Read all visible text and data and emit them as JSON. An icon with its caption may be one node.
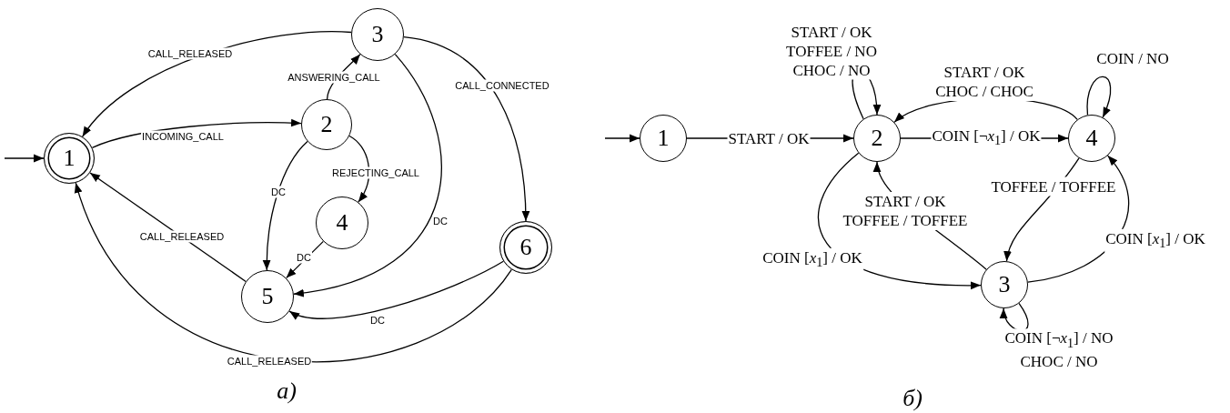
{
  "diagram": {
    "nodes": [
      {
        "text": [
          "1"
        ]
      },
      {
        "text": [
          "2"
        ]
      },
      {
        "text": [
          "3"
        ]
      },
      {
        "text": [
          "4"
        ]
      },
      {
        "text": [
          "5"
        ]
      },
      {
        "text": [
          "6"
        ]
      },
      {
        "text": [
          "1"
        ]
      },
      {
        "text": [
          "2"
        ]
      },
      {
        "text": [
          "4"
        ]
      },
      {
        "text": [
          "3"
        ]
      }
    ],
    "edges": [
      {
        "from": null,
        "to": 0,
        "arrow": "to"
      },
      {
        "from": 2,
        "to": 0,
        "arrow": "to",
        "label": "CALL_RELEASED"
      },
      {
        "from": 0,
        "to": 1,
        "arrow": "to",
        "label": "INCOMING_CALL"
      },
      {
        "from": 1,
        "to": 2,
        "arrow": "to",
        "label": "ANSWERING_CALL"
      },
      {
        "from": 1,
        "to": 3,
        "arrow": "to",
        "label": "REJECTING_CALL"
      },
      {
        "from": 1,
        "to": 4,
        "arrow": "to",
        "label": "DC"
      },
      {
        "from": 3,
        "to": 4,
        "arrow": "to",
        "label": "DC"
      },
      {
        "from": 2,
        "to": 4,
        "arrow": "to",
        "label": "DC"
      },
      {
        "from": 4,
        "to": 0,
        "arrow": "to",
        "label": "CALL_RELEASED"
      },
      {
        "from": 2,
        "to": 5,
        "arrow": "to",
        "label": "CALL_CONNECTED"
      },
      {
        "from": 5,
        "to": 4,
        "arrow": "to",
        "label": "DC"
      },
      {
        "from": 5,
        "to": 0,
        "arrow": "to",
        "label": "CALL_RELEASED"
      },
      {
        "from": null,
        "to": 6,
        "arrow": "to"
      },
      {
        "from": 6,
        "to": 7,
        "arrow": "to",
        "label": "START / OK"
      },
      {
        "from": 7,
        "to": 7,
        "arrow": "to",
        "label": "START / OK TOFFEE / NO CHOC / NO"
      },
      {
        "from": 8,
        "to": 7,
        "arrow": "to",
        "label": "START / OK CHOC / CHOC"
      },
      {
        "from": 7,
        "to": 8,
        "arrow": "to",
        "label": "COIN [¬*x*$_{1}$] / OK"
      },
      {
        "from": 8,
        "to": 8,
        "arrow": "to",
        "label": "COIN / NO"
      },
      {
        "from": 8,
        "to": 9,
        "arrow": "to",
        "label": "TOFFEE / TOFFEE"
      },
      {
        "from": 9,
        "to": 7,
        "arrow": "to",
        "label": "START / OK TOFFEE / TOFFEE"
      },
      {
        "from": 7,
        "to": 9,
        "arrow": "to",
        "label": "COIN [*x*$_{1}$] / OK"
      },
      {
        "from": 9,
        "to": 8,
        "arrow": "to",
        "label": "COIN [*x*$_{1}$] / OK"
      },
      {
        "from": 9,
        "to": 9,
        "arrow": "to",
        "label": "COIN [¬*x*$_{1}$] / NO CHOC / NO"
      }
    ],
    "labels": [
      "а)",
      "б)"
    ]
  }
}
